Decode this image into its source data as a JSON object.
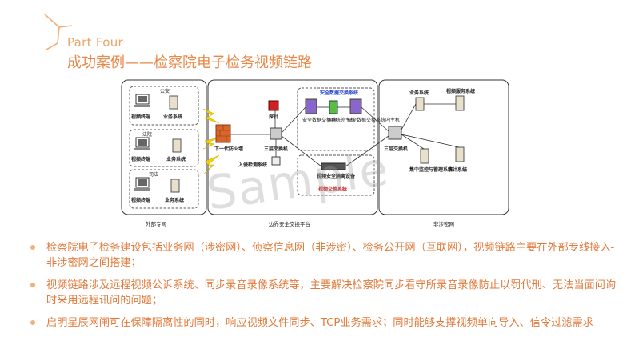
{
  "header": {
    "part_label": "Part Four",
    "title": "成功案例——检察院电子检务视频链路"
  },
  "diagram": {
    "zones": {
      "external": "外部专网",
      "boundary": "边界安全交换平台",
      "internal": "非涉密网"
    },
    "external_groups": [
      {
        "org": "公安",
        "terminal": "视频终端",
        "system": "业务系统"
      },
      {
        "org": "法院",
        "terminal": "视频终端",
        "system": "业务系统"
      },
      {
        "org": "司法",
        "terminal": "视频终端",
        "system": "业务系统"
      }
    ],
    "firewall": "下一代防火墙",
    "probe": "探针",
    "l3_switch_left": "三层交换机",
    "ids": "入侵检测系统",
    "data_exchange_title": "安全数据交换系统",
    "exchange_outer": "安全数据交换系统外主机",
    "gatekeeper": "网闸",
    "exchange_inner": "安全数据交换系统内主机",
    "video_gateway": "视频安全隔离设备",
    "video_exchange_title": "视频交换系统",
    "l3_switch_right": "三层交换机",
    "internal_nodes": {
      "business": "业务系统",
      "platform": "视频服务系统",
      "centralized": "集中监控与管理系统",
      "audit": "审计系统"
    }
  },
  "watermark": "Sample",
  "bullets": [
    "检察院电子检务建设包括业务网（涉密网）、侦察信息网（非涉密）、检务公开网（互联网），视频链路主要在外部专线接入-非涉密网之间搭建；",
    "视频链路涉及远程视频公诉系统、同步录音录像系统等，主要解决检察院同步看守所录音录像防止以罚代刑、无法当面问询时采用远程讯问的问题；",
    "启明星辰网闸可在保障隔离性的同时，响应视频文件同步、TCP业务需求；同时能够支撑视频单向导入、信令过滤需求"
  ],
  "colors": {
    "accent": "#e8894a",
    "bullet_text": "#e07a3a",
    "bullet_dot": "#f0b07a",
    "alert_red": "#d02020",
    "lightning": "#f5d000"
  }
}
